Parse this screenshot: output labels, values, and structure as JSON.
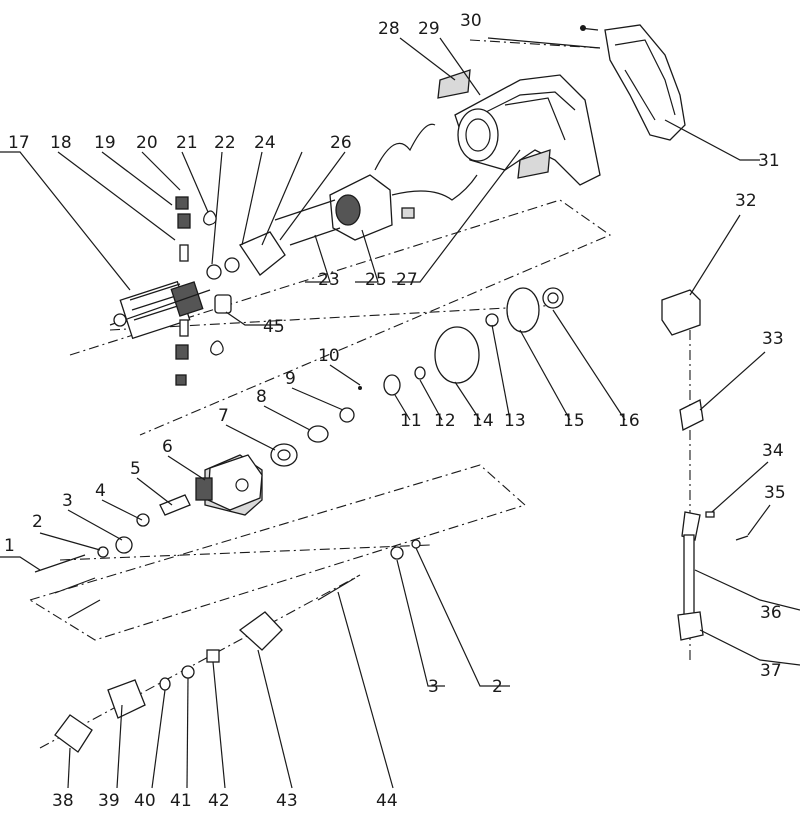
{
  "labels": [
    "1",
    "2",
    "3",
    "4",
    "5",
    "6",
    "7",
    "8",
    "9",
    "10",
    "11",
    "12",
    "13",
    "14",
    "15",
    "16",
    "17",
    "18",
    "19",
    "20",
    "21",
    "22",
    "23",
    "24",
    "25",
    "26",
    "27",
    "28",
    "29",
    "30",
    "31",
    "32",
    "33",
    "34",
    "35",
    "36",
    "37",
    "38",
    "39",
    "40",
    "41",
    "42",
    "43",
    "44",
    "45",
    "2",
    "3"
  ]
}
